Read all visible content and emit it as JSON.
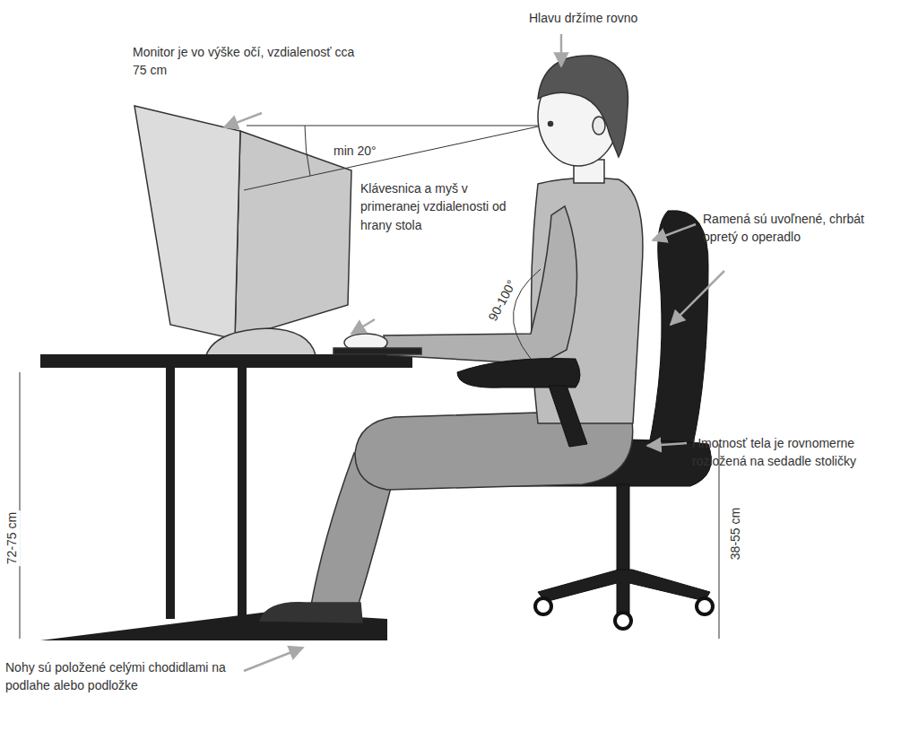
{
  "diagram": {
    "labels": [
      "Hlavu držíme rovno",
      "Monitor je vo výške očí, vzdialenosť cca 75 cm",
      "min 20°",
      "Ramená sú uvoľnené, chrbát opretý o operadlo",
      "Klávesnica a myš v primeranej vzdialenosti od hrany stola",
      "90-100°",
      "Hmotnosť tela je rovnomerne rozložená na sedadle stoličky",
      "72-75 cm",
      "38-55 cm",
      "Nohy sú položené celými chodidlami na podlahe alebo podložke"
    ]
  }
}
